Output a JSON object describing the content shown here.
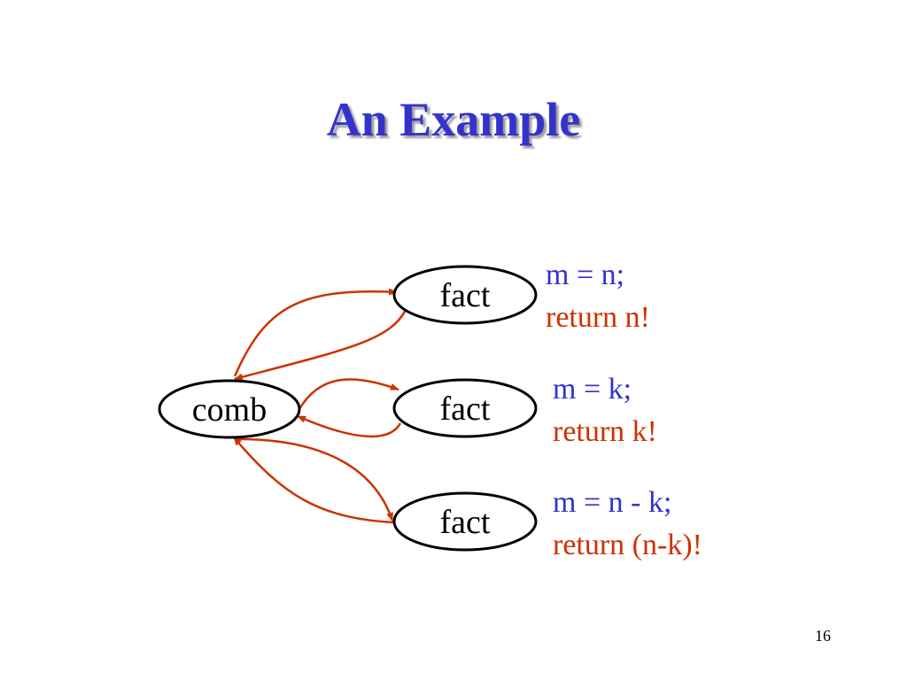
{
  "slide": {
    "title": "An Example",
    "page_number": "16"
  },
  "nodes": {
    "comb": "comb",
    "fact1": "fact",
    "fact2": "fact",
    "fact3": "fact"
  },
  "code_blocks": [
    {
      "assign": "m = n;",
      "ret": "return n!"
    },
    {
      "assign": "m = k;",
      "ret": "return k!"
    },
    {
      "assign": "m = n - k;",
      "ret": "return (n-k)!"
    }
  ],
  "colors": {
    "title": "#3333cc",
    "assign_text": "#3333cc",
    "return_text": "#cc3300",
    "arrows": "#cc3300"
  }
}
